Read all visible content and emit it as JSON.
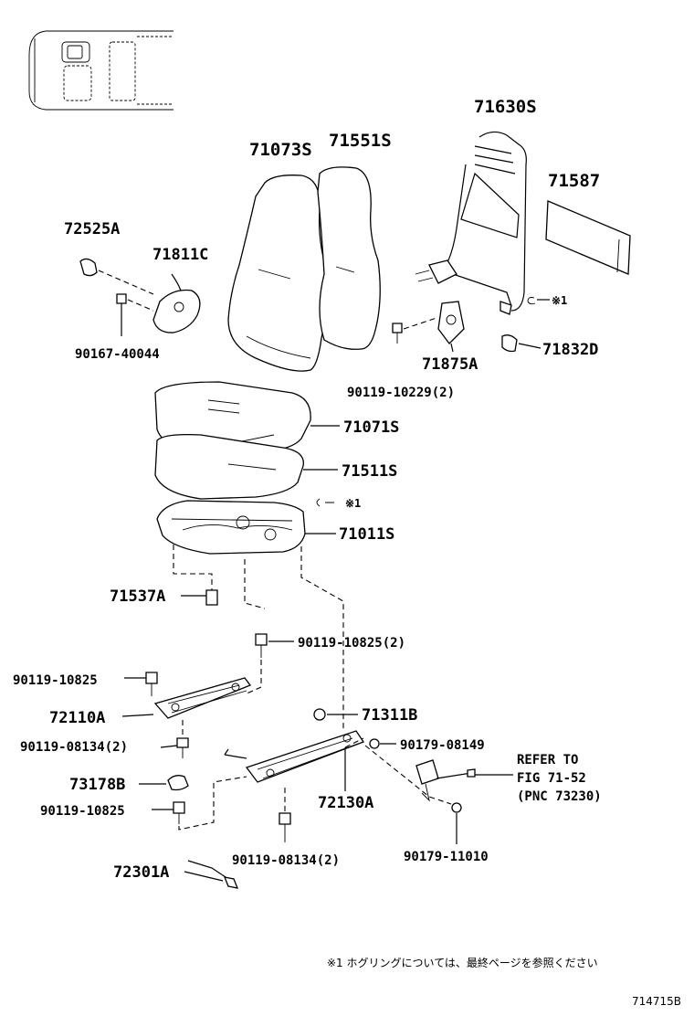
{
  "labels": {
    "p71630S": "71630S",
    "p71073S": "71073S",
    "p71551S": "71551S",
    "p71587": "71587",
    "p72525A": "72525A",
    "p71811C": "71811C",
    "p90167": "90167-40044",
    "p71875A": "71875A",
    "p71832D": "71832D",
    "p90119_10229": "90119-10229(2)",
    "p71071S": "71071S",
    "p71511S": "71511S",
    "p71011S": "71011S",
    "p71537A": "71537A",
    "p90119_10825_2": "90119-10825(2)",
    "p90119_10825_a": "90119-10825",
    "p72110A": "72110A",
    "p71311B": "71311B",
    "p90119_08134_a": "90119-08134(2)",
    "p90179_08149": "90179-08149",
    "p73178B": "73178B",
    "p72130A": "72130A",
    "p90119_10825_b": "90119-10825",
    "p90179_11010": "90179-11010",
    "p90119_08134_b": "90119-08134(2)",
    "p72301A": "72301A",
    "mark1": "※1",
    "mark2": "※1"
  },
  "refer": {
    "line1": "REFER TO",
    "line2": "FIG 71-52",
    "line3": "(PNC 73230)"
  },
  "footnote": "※1  ホグリングについては、最終ページを参照ください",
  "figure_id": "714715B"
}
